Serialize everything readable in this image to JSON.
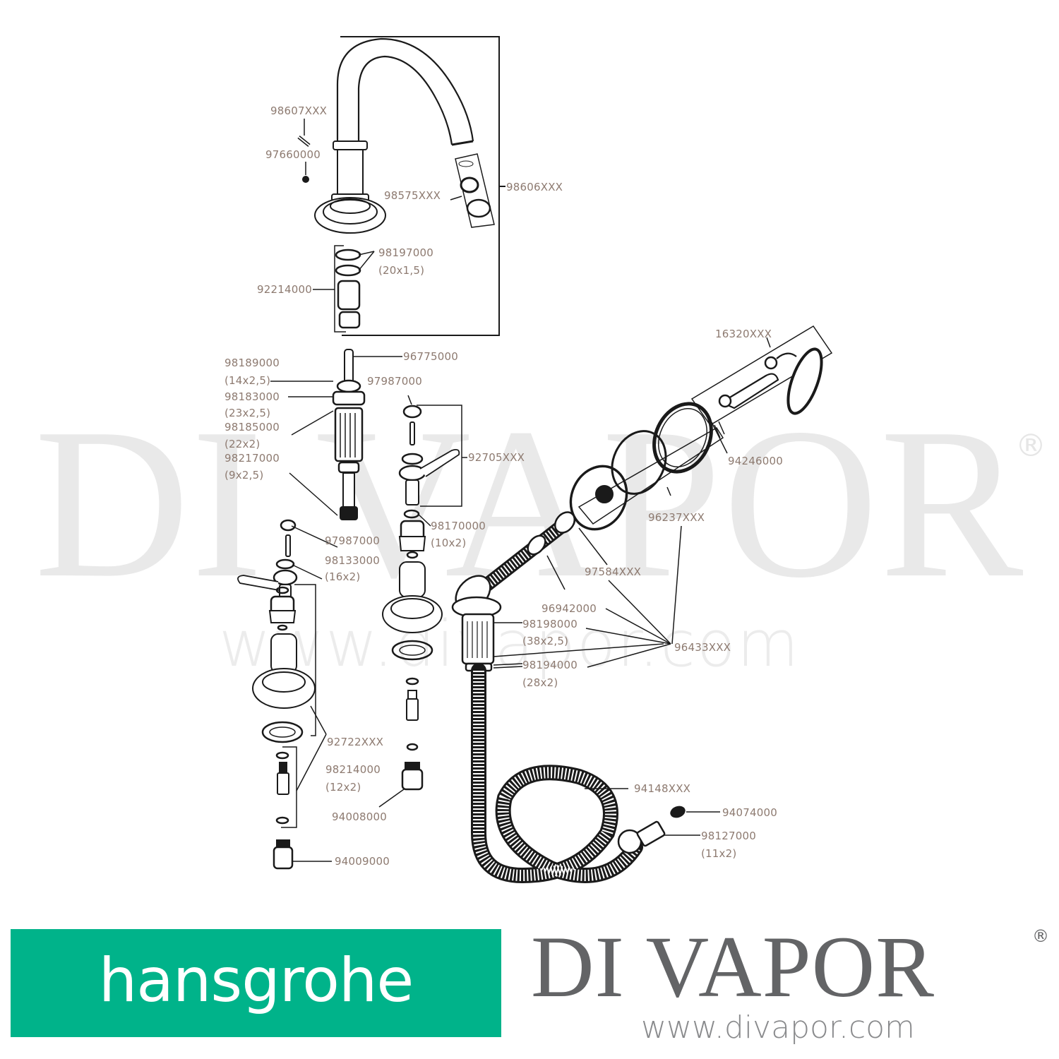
{
  "watermark": {
    "brand": "DI VAPOR",
    "registered": "®",
    "url": "www.divapor.com"
  },
  "diagram": {
    "title": "Hansgrohe 3-hole bath mixer with handshower — exploded spare parts view",
    "line_color": "#1a1a1a",
    "label_color": "#8d7a70",
    "labels": {
      "p98607": "98607XXX",
      "p97660": "97660000",
      "p98575": "98575XXX",
      "p98606": "98606XXX",
      "p98197": "98197000",
      "p98197_size": "(20x1,5)",
      "p92214": "92214000",
      "p96775": "96775000",
      "p98189": "98189000",
      "p98189_size": "(14x2,5)",
      "p97987_top": "97987000",
      "p98183": "98183000",
      "p98183_size": "(23x2,5)",
      "p98185": "98185000",
      "p98185_size": "(22x2)",
      "p98217": "98217000",
      "p98217_size": "(9x2,5)",
      "p92705": "92705XXX",
      "p97987_left": "97987000",
      "p98170": "98170000",
      "p98170_size": "(10x2)",
      "p98133": "98133000",
      "p98133_size": "(16x2)",
      "p16320": "16320XXX",
      "p94246": "94246000",
      "p96237": "96237XXX",
      "p97584": "97584XXX",
      "p96942": "96942000",
      "p98198": "98198000",
      "p98198_size": "(38x2,5)",
      "p96433": "96433XXX",
      "p98194": "98194000",
      "p98194_size": "(28x2)",
      "p92722": "92722XXX",
      "p98214": "98214000",
      "p98214_size": "(12x2)",
      "p94008": "94008000",
      "p94009": "94009000",
      "p94148": "94148XXX",
      "p94074": "94074000",
      "p98127": "98127000",
      "p98127_size": "(11x2)"
    }
  },
  "footer": {
    "hansgrohe_logo": "hansgrohe",
    "hansgrohe_color": "#00b38a",
    "divapor_logo": "DI VAPOR",
    "divapor_registered": "®",
    "divapor_url": "www.divapor.com",
    "divapor_color": "#636466"
  }
}
